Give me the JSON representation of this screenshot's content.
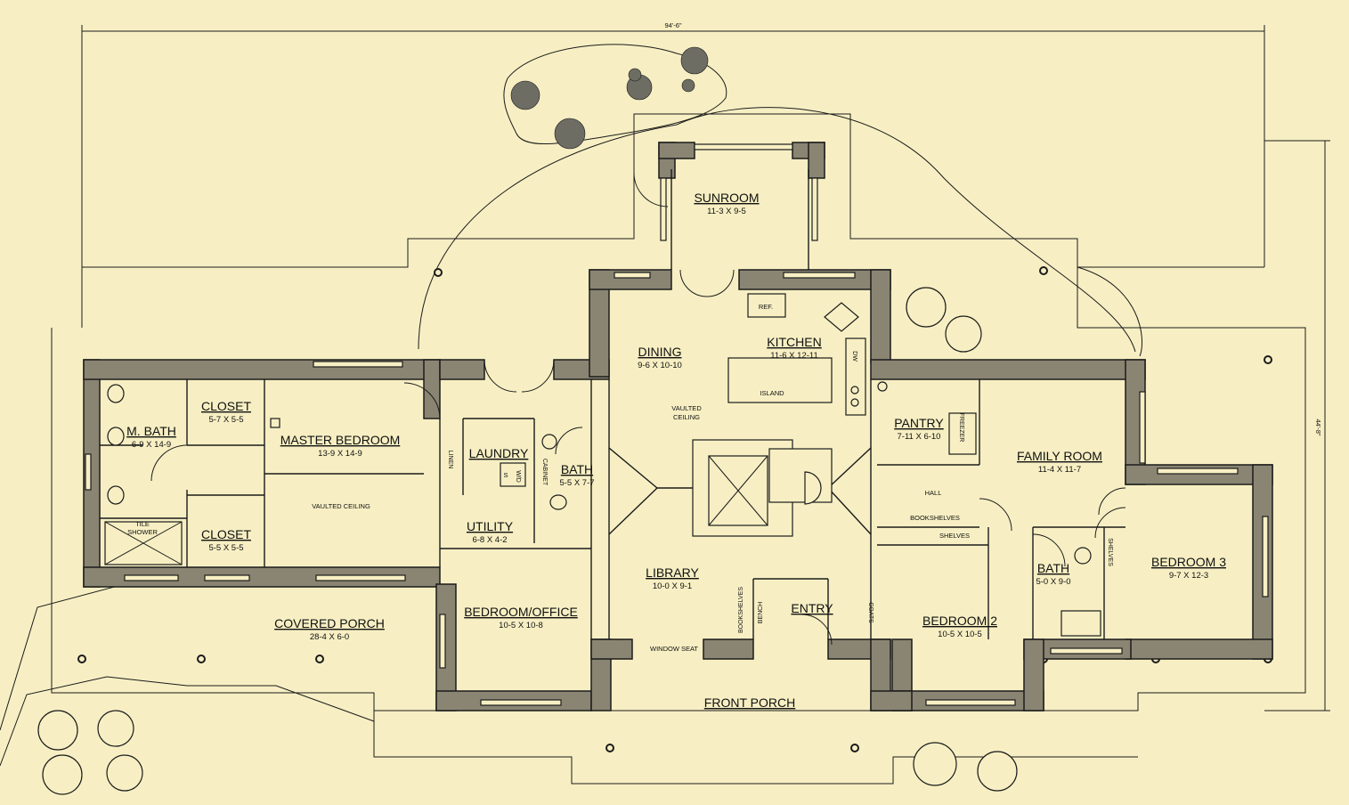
{
  "overall": {
    "width_dim": "94'-6\"",
    "depth_dim": "44'-8\""
  },
  "rooms": {
    "sunroom": {
      "name": "SUNROOM",
      "size": "11-3 X 9-5"
    },
    "dining": {
      "name": "DINING",
      "size": "9-6 X 10-10"
    },
    "kitchen": {
      "name": "KITCHEN",
      "size": "11-6 X 12-11"
    },
    "master_bath": {
      "name": "M. BATH",
      "size": "6-9 X 14-9"
    },
    "closet_1": {
      "name": "CLOSET",
      "size": "5-7 X 5-5"
    },
    "closet_2": {
      "name": "CLOSET",
      "size": "5-5 X 5-5"
    },
    "master_bedroom": {
      "name": "MASTER BEDROOM",
      "size": "13-9 X 14-9"
    },
    "laundry": {
      "name": "LAUNDRY",
      "size": ""
    },
    "bath_1": {
      "name": "BATH",
      "size": "5-5 X 7-7"
    },
    "utility": {
      "name": "UTILITY",
      "size": "6-8 X 4-2"
    },
    "pantry": {
      "name": "PANTRY",
      "size": "7-11 X 6-10"
    },
    "family_room": {
      "name": "FAMILY ROOM",
      "size": "11-4 X 11-7"
    },
    "bedroom_3": {
      "name": "BEDROOM 3",
      "size": "9-7 X 12-3"
    },
    "bath_2": {
      "name": "BATH",
      "size": "5-0 X 9-0"
    },
    "library": {
      "name": "LIBRARY",
      "size": "10-0 X 9-1"
    },
    "entry": {
      "name": "ENTRY",
      "size": ""
    },
    "bedroom_2": {
      "name": "BEDROOM 2",
      "size": "10-5 X 10-5"
    },
    "bedroom_office": {
      "name": "BEDROOM/OFFICE",
      "size": "10-5 X 10-8"
    },
    "covered_porch": {
      "name": "COVERED PORCH",
      "size": "28-4 X 6-0"
    },
    "front_porch": {
      "name": "FRONT PORCH",
      "size": ""
    }
  },
  "labels": {
    "ref": "REF.",
    "island": "ISLAND",
    "dw": "DW",
    "vaulted_ceiling_1": "VAULTED",
    "vaulted_ceiling_2": "CEILING",
    "vaulted_ceiling_master": "VAULTED CEILING",
    "tile_shower_1": "TILE",
    "tile_shower_2": "SHOWER",
    "linen": "LINEN",
    "cabinet": "CABINET",
    "wd": "W/D",
    "sink": "S",
    "freezer": "FREEZER",
    "hall": "HALL",
    "bookshelves": "BOOKSHELVES",
    "shelves_hall": "SHELVES",
    "shelves_bath": "SHELVES",
    "window_seat": "WINDOW SEAT",
    "bookshelves_entry": "BOOKSHELVES",
    "bench": "BENCH",
    "coats": "COATS"
  }
}
